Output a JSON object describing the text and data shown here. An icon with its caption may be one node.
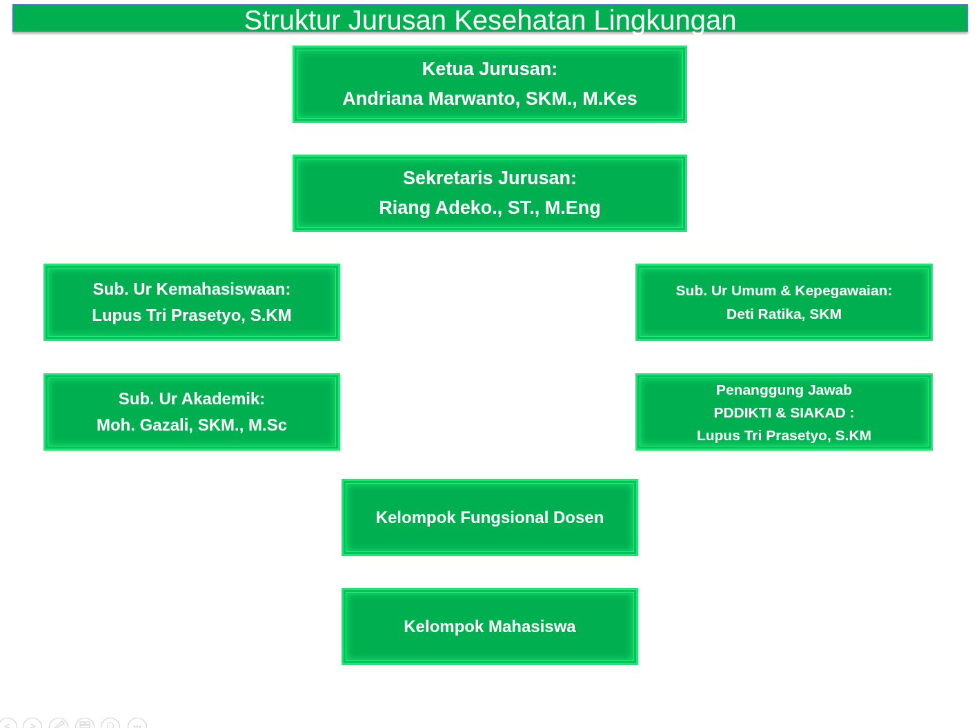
{
  "diagram": {
    "title": "Struktur Jurusan Kesehatan Lingkungan",
    "nodes": [
      {
        "text": [
          "Ketua Jurusan:",
          "Andriana Marwanto, SKM., M.Kes"
        ]
      },
      {
        "text": [
          "Sekretaris Jurusan:",
          "Riang Adeko., ST., M.Eng"
        ]
      },
      {
        "text": [
          "Sub. Ur Kemahasiswaan:",
          "Lupus Tri Prasetyo, S.KM"
        ]
      },
      {
        "text": [
          "Sub. Ur Umum & Kepegawaian:",
          "Deti Ratika, SKM"
        ]
      },
      {
        "text": [
          "Sub. Ur Akademik:",
          "Moh. Gazali, SKM., M.Sc"
        ]
      },
      {
        "text": [
          "Penanggung Jawab PDDIKTI & SIAKAD :",
          "Lupus Tri Prasetyo, S.KM"
        ]
      },
      {
        "text": [
          "Kelompok Fungsional Dosen"
        ]
      },
      {
        "text": [
          "Kelompok Mahasiswa"
        ]
      }
    ]
  }
}
